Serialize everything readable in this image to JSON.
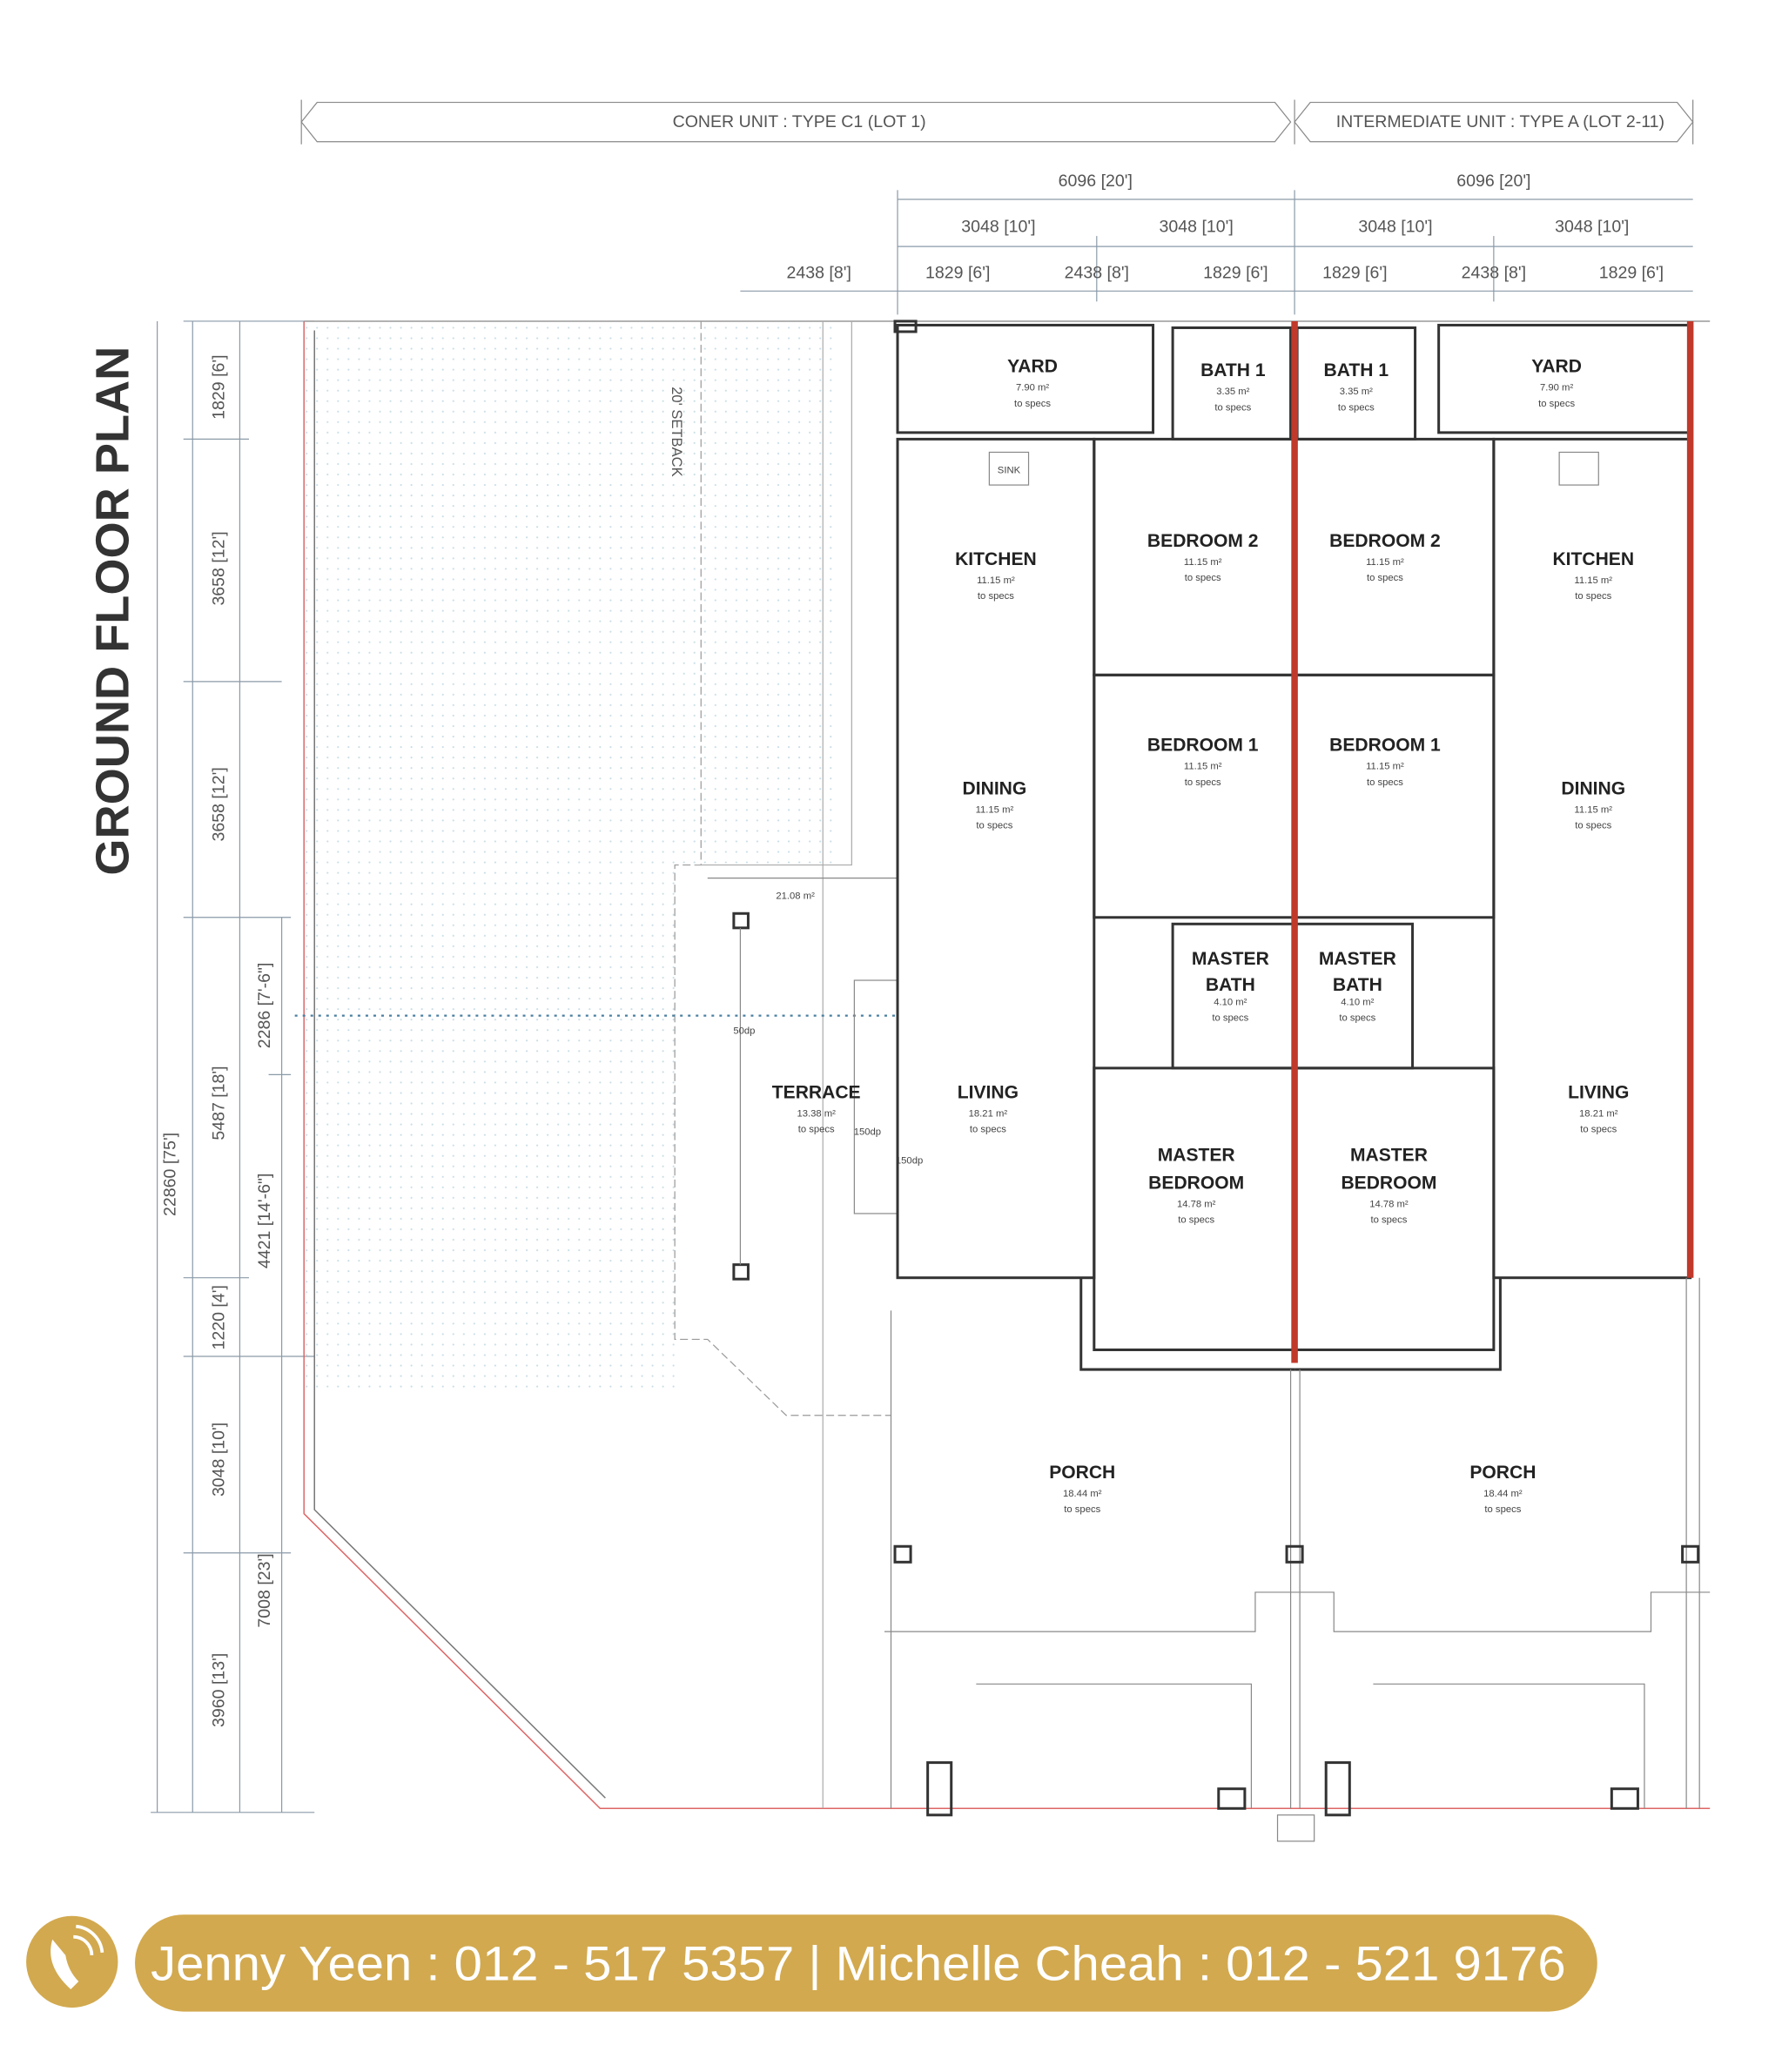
{
  "title": "GROUND FLOOR PLAN",
  "unit_headers": {
    "corner": "CONER UNIT : TYPE C1 (LOT 1)",
    "intermediate": "INTERMEDIATE UNIT : TYPE A (LOT 2-11)"
  },
  "top_dimensions": {
    "row1": [
      "6096 [20']",
      "6096 [20']"
    ],
    "row2": [
      "3048 [10']",
      "3048 [10']",
      "3048 [10']",
      "3048 [10']"
    ],
    "row3": [
      "2438 [8']",
      "1829 [6']",
      "2438 [8']",
      "1829 [6']",
      "1829 [6']",
      "2438 [8']",
      "1829 [6']"
    ]
  },
  "left_dimensions": {
    "overall": "22860 [75']",
    "outer": [
      "1829 [6']",
      "3658 [12']",
      "3658 [12']",
      "5487 [18']",
      "1220 [4']",
      "3048 [10']",
      "3960 [13']"
    ],
    "inner": [
      "2286 [7'-6\"]",
      "4421 [14'-6\"]",
      "7008 [23']"
    ]
  },
  "setback_label": "20' SETBACK",
  "open_area_label": "21.08 m²",
  "step_labels": [
    "50dp",
    "150dp",
    "150dp"
  ],
  "spec": "to specs",
  "rooms": {
    "yard": {
      "name": "YARD",
      "area": "7.90 m²"
    },
    "bath1": {
      "name": "BATH 1",
      "area": "3.35 m²"
    },
    "kitchen": {
      "name": "KITCHEN",
      "area": "11.15 m²"
    },
    "bedroom2": {
      "name": "BEDROOM 2",
      "area": "11.15 m²"
    },
    "bedroom1": {
      "name": "BEDROOM 1",
      "area": "11.15 m²"
    },
    "dining": {
      "name": "DINING",
      "area": "11.15 m²"
    },
    "master_bath_1": {
      "name": "MASTER",
      "name2": "BATH",
      "area": "4.10 m²"
    },
    "terrace": {
      "name": "TERRACE",
      "area": "13.38 m²"
    },
    "living": {
      "name": "LIVING",
      "area": "18.21 m²"
    },
    "master_bedroom_1": {
      "name": "MASTER",
      "name2": "BEDROOM",
      "area": "14.78 m²"
    },
    "porch": {
      "name": "PORCH",
      "area": "18.44 m²"
    },
    "sink": "SINK"
  },
  "contact": {
    "text": "Jenny Yeen : 012 - 517 5357 | Michelle Cheah : 012 - 521 9176",
    "icon": "phone-icon",
    "color": "#d2a94f"
  }
}
